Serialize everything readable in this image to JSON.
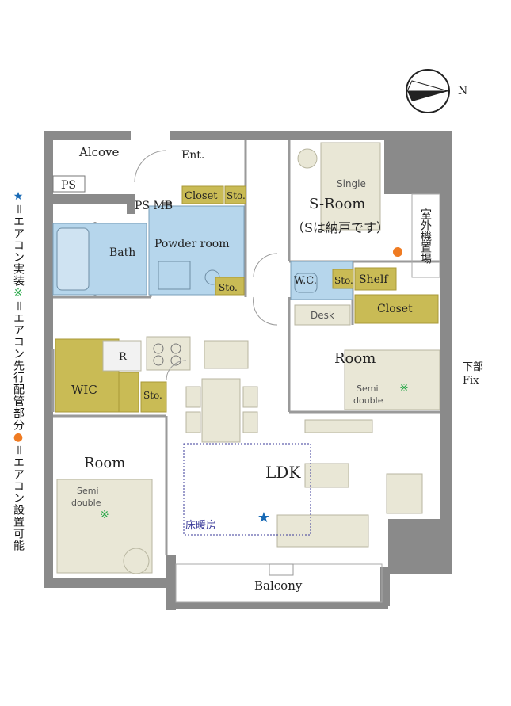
{
  "compass": {
    "label": "N"
  },
  "legend": [
    {
      "mark": "★",
      "text": "＝エアコン実装",
      "color": "#1769b5"
    },
    {
      "mark": "※",
      "text": "＝エアコン先行配管部分",
      "color": "#2aa84a"
    },
    {
      "mark": "●",
      "text": "＝エアコン設置可能",
      "color": "#ef7b22"
    }
  ],
  "rooms": {
    "alcove": "Alcove",
    "ps": "PS",
    "ps_mb": "PS MB",
    "entrance": "Ent.",
    "closet_entry": "Closet",
    "sto_entry": "Sto.",
    "bath": "Bath",
    "powder_room": "Powder room",
    "sto_powder": "Sto.",
    "s_room": "S-Room",
    "s_room_note": "（Sは納戸です）",
    "single_bed": "Single",
    "outdoor_unit": "室外機置場",
    "wc": "W.C.",
    "sto_wc": "Sto.",
    "shelf": "Shelf",
    "closet_room": "Closet",
    "desk": "Desk",
    "room_east": "Room",
    "semi_double_east": "Semi double",
    "lower_fix_1": "下部",
    "lower_fix_2": "Fix",
    "fridge": "R",
    "wic": "WIC",
    "sto_wic": "Sto.",
    "ldk": "LDK",
    "floor_heating": "床暖房",
    "room_west": "Room",
    "semi_double_west": "Semi double",
    "balcony": "Balcony"
  },
  "colors": {
    "wall": "#8a8a8a",
    "storage": "#c9bb55",
    "wet_area": "#b6d6ec",
    "furniture": "#e9e7d6",
    "floor_heating_line": "#3b3b9a"
  }
}
